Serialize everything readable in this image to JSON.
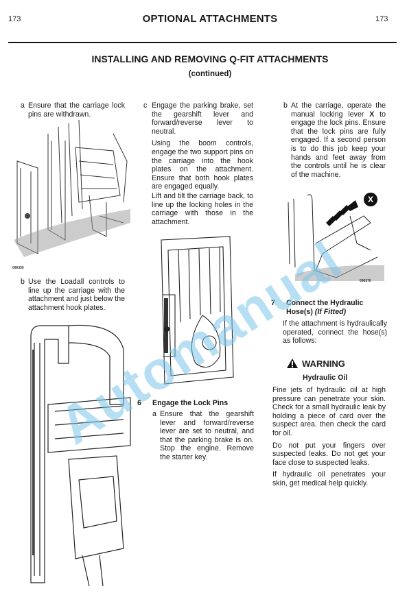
{
  "header": {
    "page_number_left": "173",
    "section_title": "OPTIONAL ATTACHMENTS",
    "page_number_right": "173"
  },
  "title": "INSTALLING AND REMOVING Q-FIT ATTACHMENTS",
  "subtitle": "(continued)",
  "col1": {
    "item_a": {
      "key": "a",
      "text": "Ensure that the carriage lock pins are withdrawn."
    },
    "figure1_label": "096350",
    "item_b": {
      "key": "b",
      "text": "Use the Loadall controls to line up the carriage with the attachment and just below the attachment hook plates."
    }
  },
  "col2": {
    "item_c": {
      "key": "c",
      "text": "Engage the parking brake, set the gearshift lever and forward/reverse lever to neutral.",
      "para2": "Using the boom controls, engage the two support pins on the carriage into the hook plates on the attachment. Ensure that both hook plates are engaged equally.",
      "para3": "Lift and tilt the carriage back, to line up the locking holes in the carriage with those in the attachment."
    },
    "step6": {
      "number": "6",
      "heading": "Engage the Lock Pins"
    },
    "item_a": {
      "key": "a",
      "text": "Ensure that the gearshift lever and forward/reverse lever are set to neutral, and that the parking brake is on. Stop the engine. Remove the starter key."
    }
  },
  "col3": {
    "item_b": {
      "key": "b",
      "text_before": "At the carriage, operate the manual locking lever ",
      "bold": "X",
      "text_after": " to engage the lock pins. Ensure that the lock pins are fully engaged. If a second person is to do this job keep your hands and feet away from the controls until he is clear of the machine."
    },
    "figure_callout": "X",
    "figure_label": "096370",
    "step7": {
      "number": "7",
      "heading": "Connect the Hydraulic Hose(s) ",
      "heading_italic": "(If Fitted)"
    },
    "step7_text": "If the attachment is hydraulically operated, connect the hose(s) as follows:",
    "warning": {
      "icon": "warning-triangle-icon",
      "label": "WARNING",
      "subtitle": "Hydraulic Oil",
      "paragraphs": [
        "Fine jets of hydraulic oil at high pressure can penetrate your skin. Check for a small hydraulic leak by holding a piece of card over the suspect area. then check the card for oil.",
        "Do not put your fingers over suspected leaks. Do not get your face close to suspected leaks.",
        "If hydraulic oil penetrates your skin, get medical help quickly."
      ]
    }
  },
  "watermark": "Automanual",
  "colors": {
    "text": "#1a1a1a",
    "watermark": "#7cc6ea"
  }
}
